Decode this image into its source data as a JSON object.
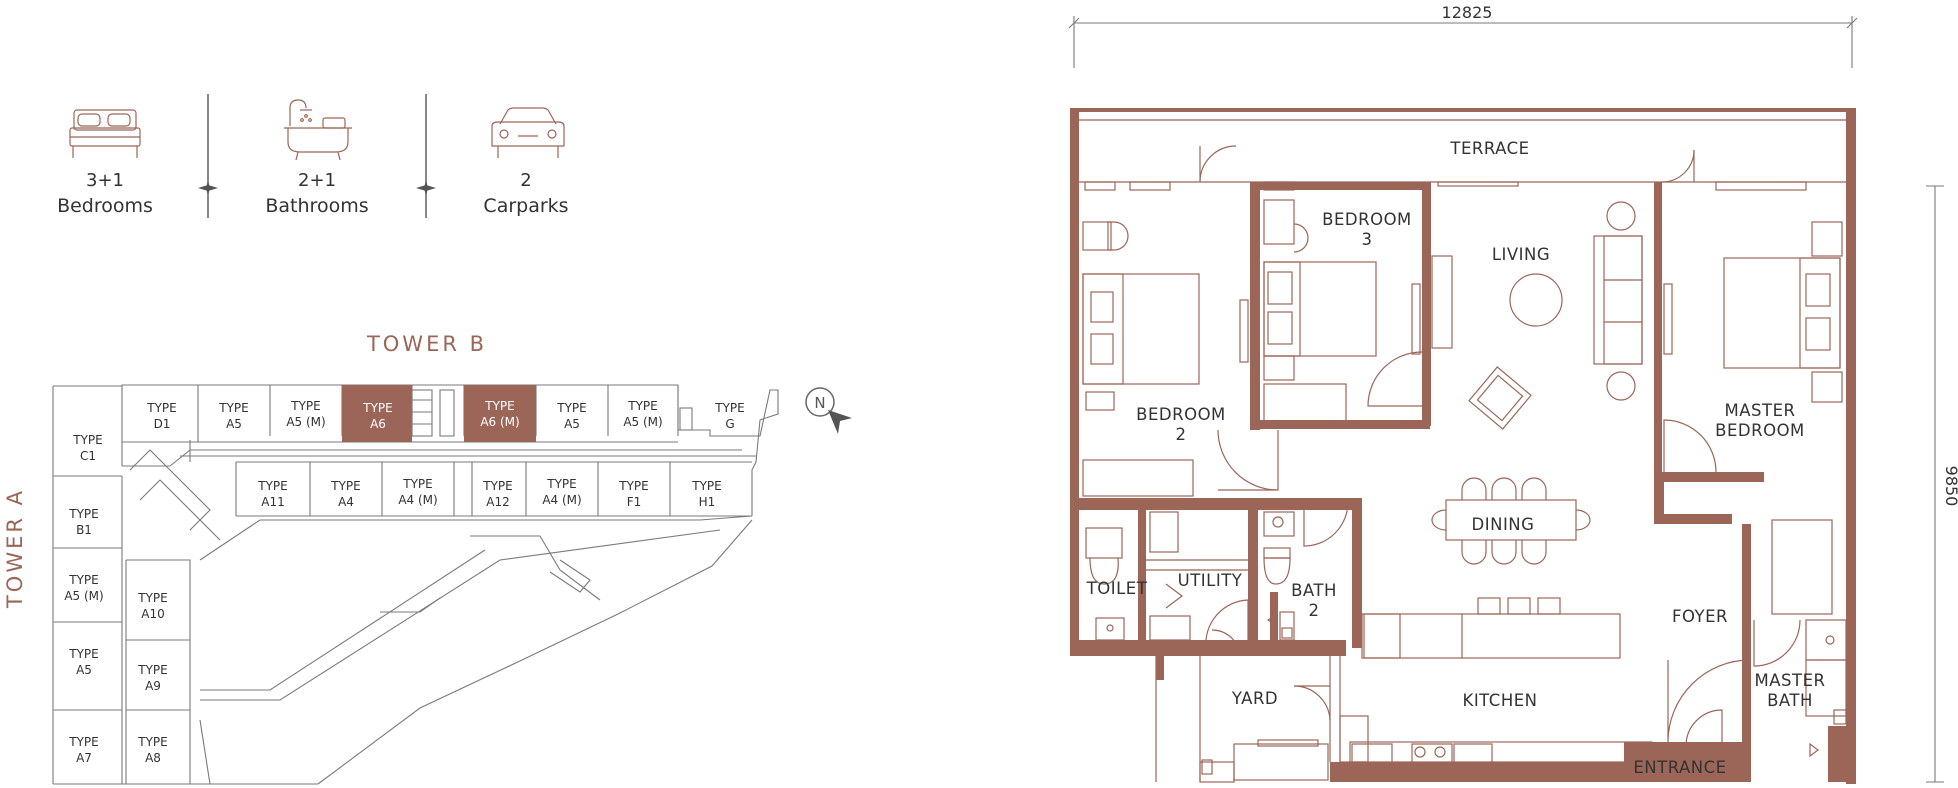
{
  "features": [
    {
      "value": "3+1",
      "label": "Bedrooms",
      "icon": "bed-icon"
    },
    {
      "value": "2+1",
      "label": "Bathrooms",
      "icon": "bathtub-icon"
    },
    {
      "value": "2",
      "label": "Carparks",
      "icon": "car-icon"
    }
  ],
  "site_plan": {
    "tower_b_label": "TOWER B",
    "tower_a_label": "TOWER A",
    "north_label": "N",
    "highlight_color": "#9b6658",
    "top_row": [
      {
        "l1": "TYPE",
        "l2": "D1",
        "hl": false
      },
      {
        "l1": "TYPE",
        "l2": "A5",
        "hl": false
      },
      {
        "l1": "TYPE",
        "l2": "A5 (M)",
        "hl": false
      },
      {
        "l1": "TYPE",
        "l2": "A6",
        "hl": true
      },
      {
        "l1": "TYPE",
        "l2": "A6 (M)",
        "hl": true
      },
      {
        "l1": "TYPE",
        "l2": "A5",
        "hl": false
      },
      {
        "l1": "TYPE",
        "l2": "A5 (M)",
        "hl": false
      },
      {
        "l1": "TYPE",
        "l2": "G",
        "hl": false
      }
    ],
    "second_row": [
      {
        "l1": "TYPE",
        "l2": "A11"
      },
      {
        "l1": "TYPE",
        "l2": "A4"
      },
      {
        "l1": "TYPE",
        "l2": "A4 (M)"
      },
      {
        "l1": "TYPE",
        "l2": "A12"
      },
      {
        "l1": "TYPE",
        "l2": "A4 (M)"
      },
      {
        "l1": "TYPE",
        "l2": "F1"
      },
      {
        "l1": "TYPE",
        "l2": "H1"
      }
    ],
    "left_col": [
      {
        "l1": "TYPE",
        "l2": "C1"
      },
      {
        "l1": "TYPE",
        "l2": "B1"
      },
      {
        "l1": "TYPE",
        "l2": "A5 (M)"
      },
      {
        "l1": "TYPE",
        "l2": "A5"
      },
      {
        "l1": "TYPE",
        "l2": "A7"
      }
    ],
    "inner_col": [
      {
        "l1": "TYPE",
        "l2": "A10"
      },
      {
        "l1": "TYPE",
        "l2": "A9"
      },
      {
        "l1": "TYPE",
        "l2": "A8"
      }
    ]
  },
  "floor_plan": {
    "width_dim": "12825",
    "height_dim": "9850",
    "rooms": {
      "terrace": "TERRACE",
      "bedroom3_l1": "BEDROOM",
      "bedroom3_l2": "3",
      "living": "LIVING",
      "bedroom2_l1": "BEDROOM",
      "bedroom2_l2": "2",
      "master_l1": "MASTER",
      "master_l2": "BEDROOM",
      "dining": "DINING",
      "toilet": "TOILET",
      "utility": "UTILITY",
      "bath2_l1": "BATH",
      "bath2_l2": "2",
      "foyer": "FOYER",
      "yard": "YARD",
      "kitchen": "KITCHEN",
      "master_bath_l1": "MASTER",
      "master_bath_l2": "BATH",
      "entrance": "ENTRANCE"
    }
  }
}
